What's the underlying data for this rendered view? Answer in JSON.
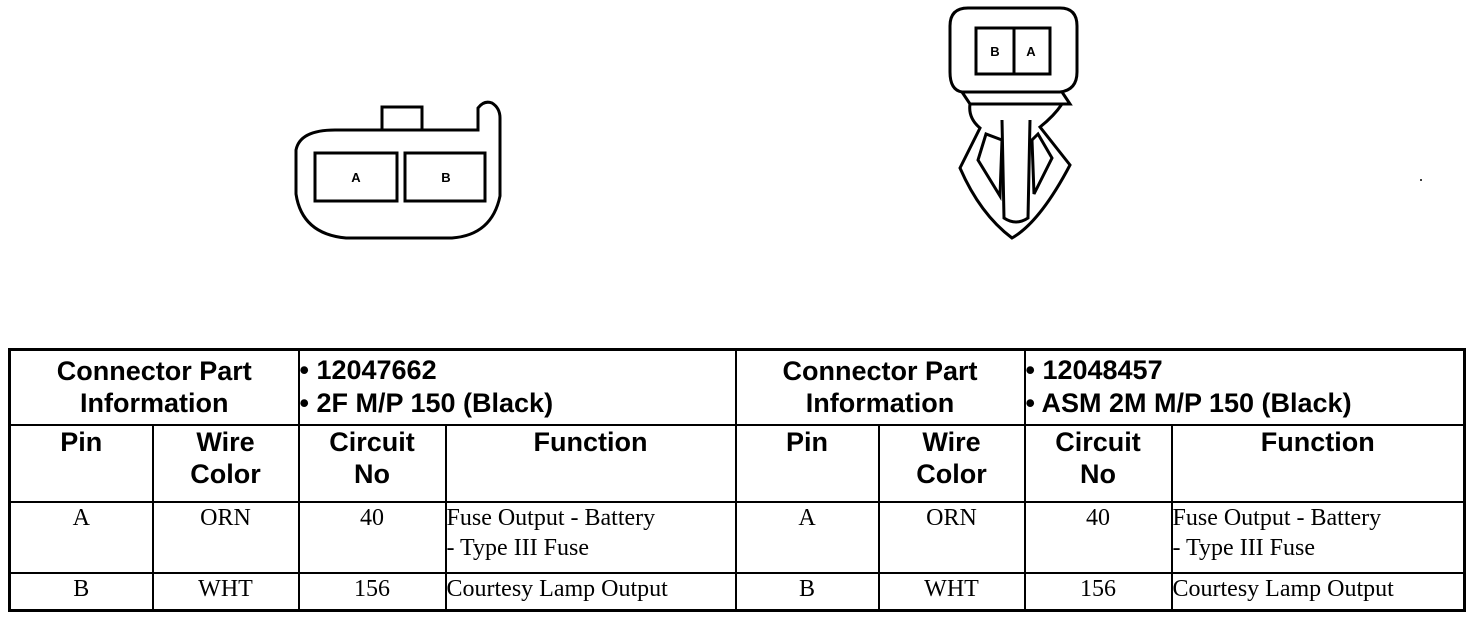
{
  "connector_left": {
    "pins": [
      "A",
      "B"
    ]
  },
  "connector_right": {
    "pins": [
      "B",
      "A"
    ]
  },
  "table": {
    "left": {
      "part_info_label": [
        "Connector Part",
        "Information"
      ],
      "part_info_values": [
        "• 12047662",
        "• 2F M/P 150 (Black)"
      ],
      "rows": [
        {
          "pin": "A",
          "wire_color": "ORN",
          "circuit_no": "40",
          "function": [
            "Fuse Output - Battery",
            "- Type III Fuse"
          ]
        },
        {
          "pin": "B",
          "wire_color": "WHT",
          "circuit_no": "156",
          "function": [
            "Courtesy Lamp Output"
          ]
        }
      ]
    },
    "right": {
      "part_info_label": [
        "Connector Part",
        "Information"
      ],
      "part_info_values": [
        "• 12048457",
        "• ASM 2M M/P 150 (Black)"
      ],
      "rows": [
        {
          "pin": "A",
          "wire_color": "ORN",
          "circuit_no": "40",
          "function": [
            "Fuse Output - Battery",
            "- Type III Fuse"
          ]
        },
        {
          "pin": "B",
          "wire_color": "WHT",
          "circuit_no": "156",
          "function": [
            "Courtesy Lamp Output"
          ]
        }
      ]
    },
    "columns": {
      "pin": [
        "Pin"
      ],
      "wire_color": [
        "Wire",
        "Color"
      ],
      "circuit_no": [
        "Circuit",
        "No"
      ],
      "function": [
        "Function"
      ]
    }
  }
}
